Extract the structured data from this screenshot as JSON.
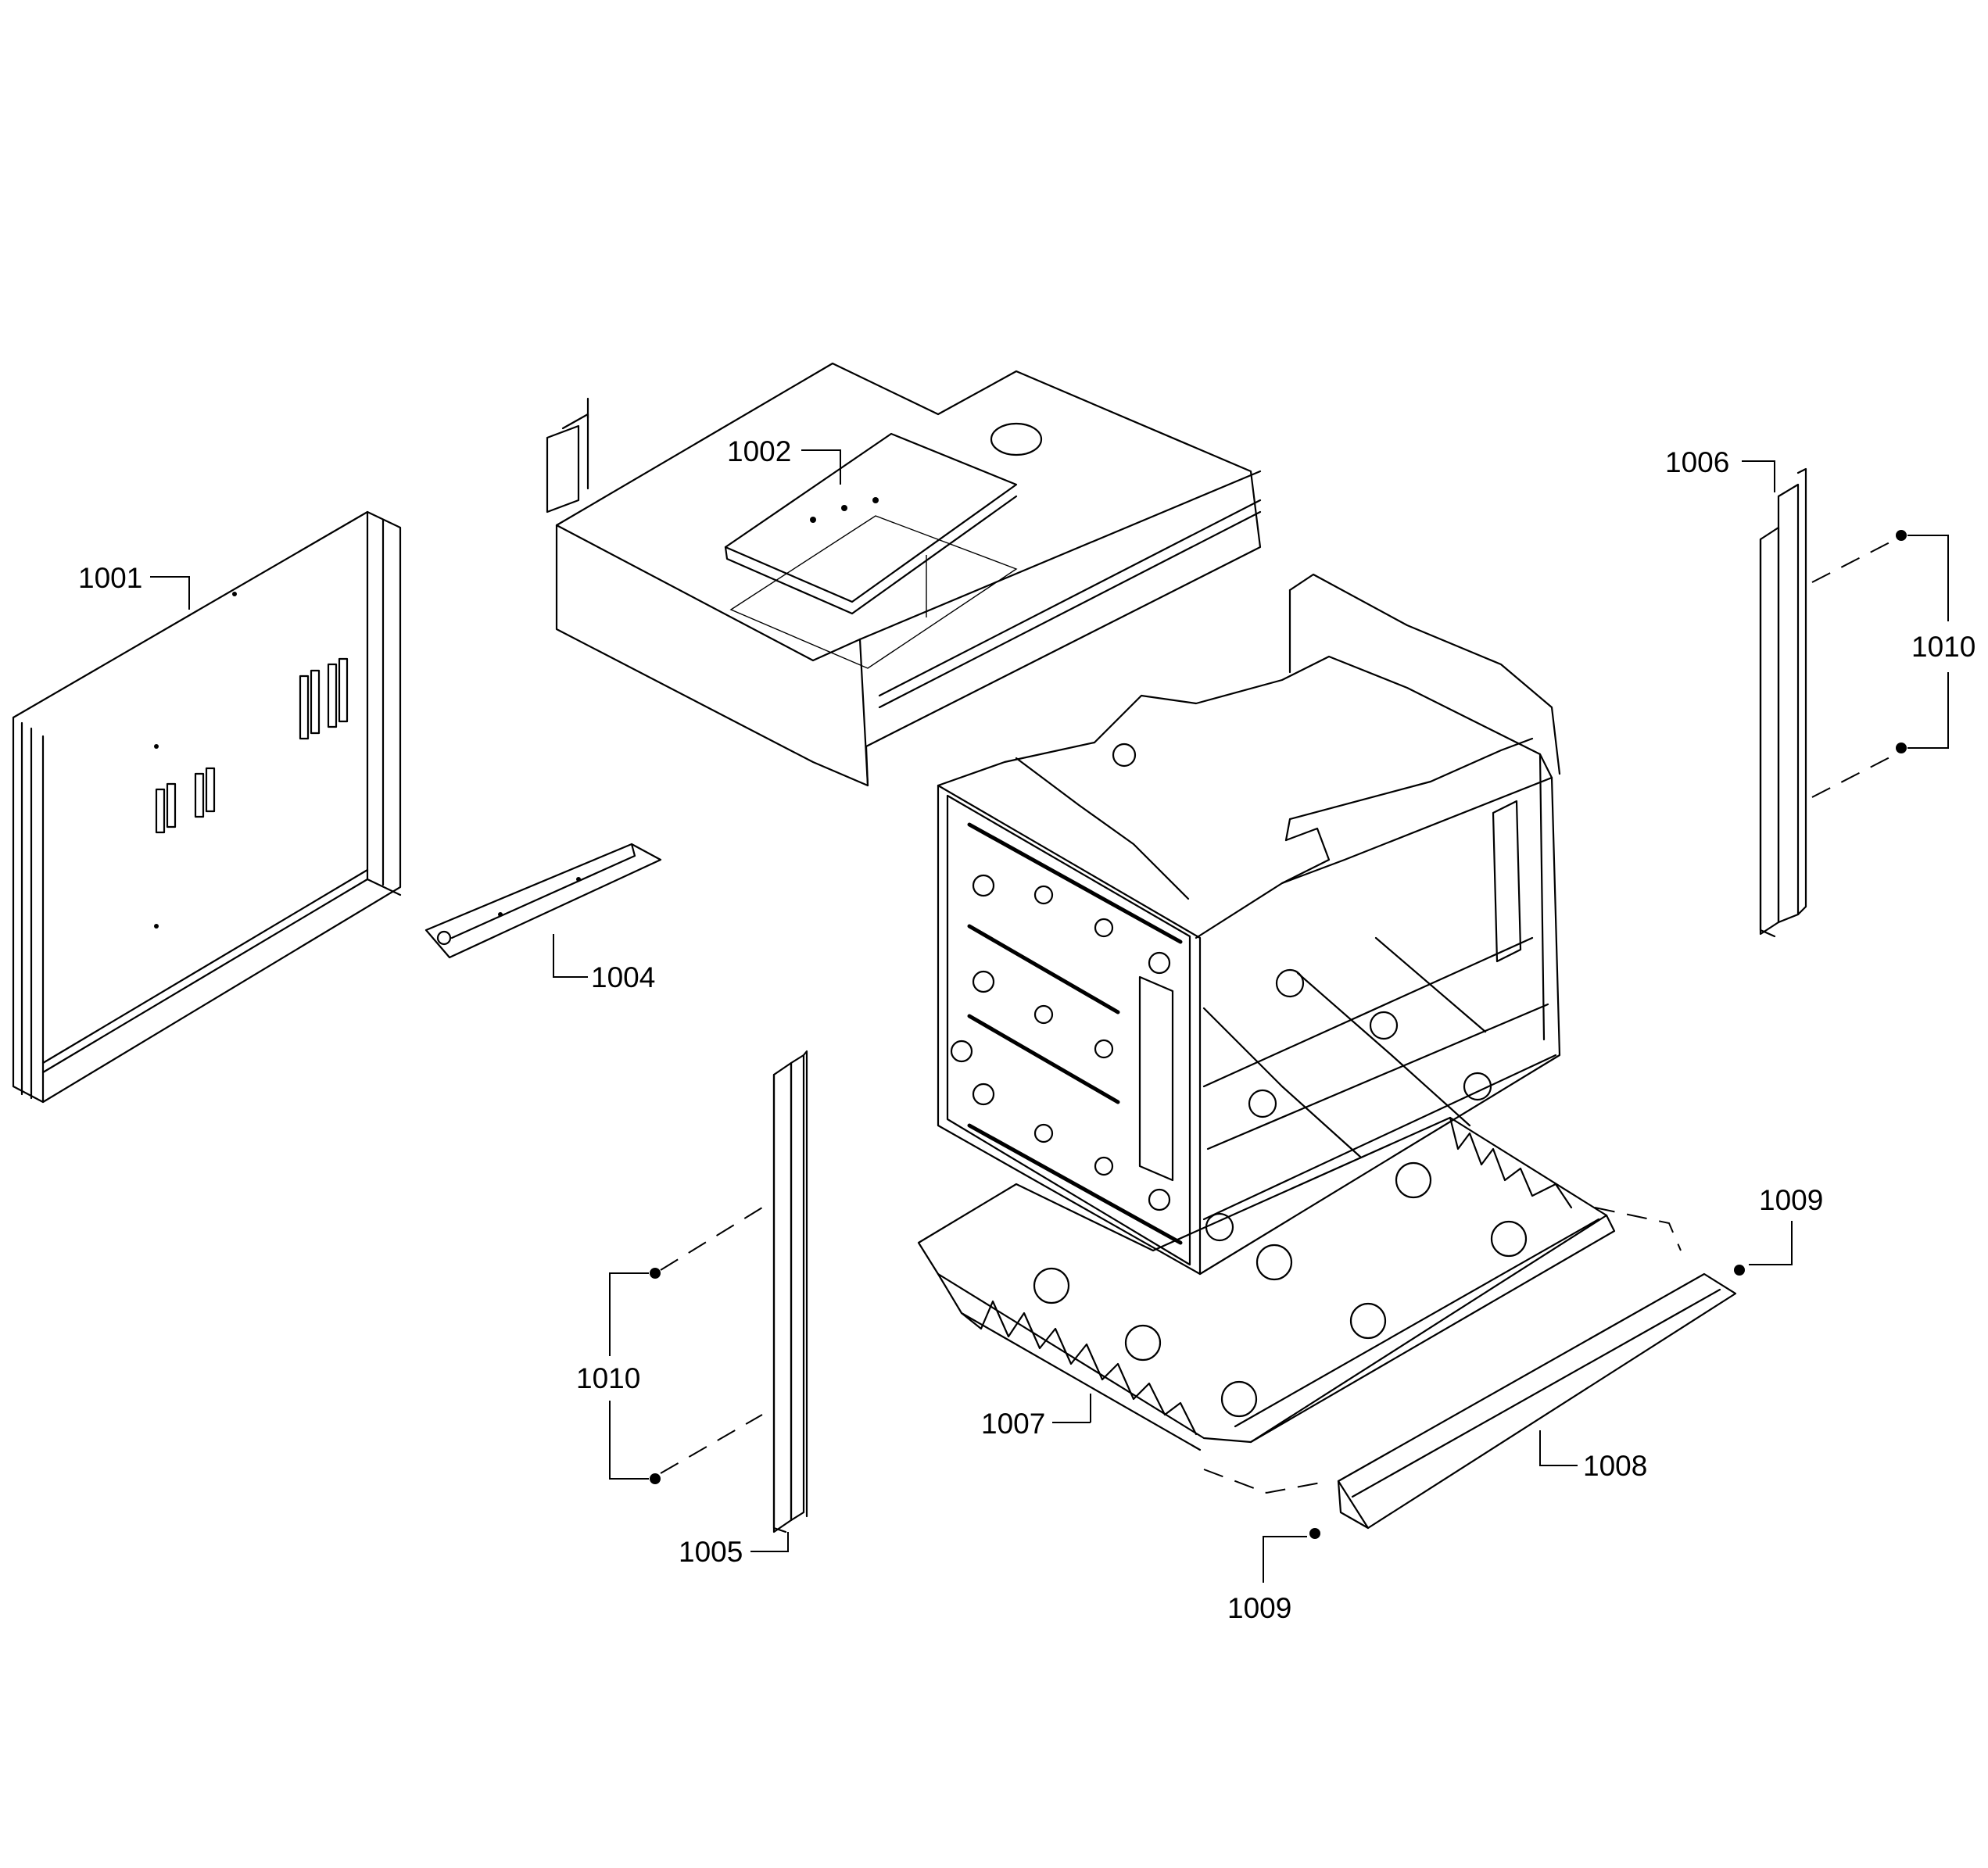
{
  "labels": {
    "p1001": "1001",
    "p1002": "1002",
    "p1004": "1004",
    "p1005": "1005",
    "p1006": "1006",
    "p1007": "1007",
    "p1008": "1008",
    "p1009_top": "1009",
    "p1009_bottom": "1009",
    "p1010_left": "1010",
    "p1010_right": "1010"
  }
}
